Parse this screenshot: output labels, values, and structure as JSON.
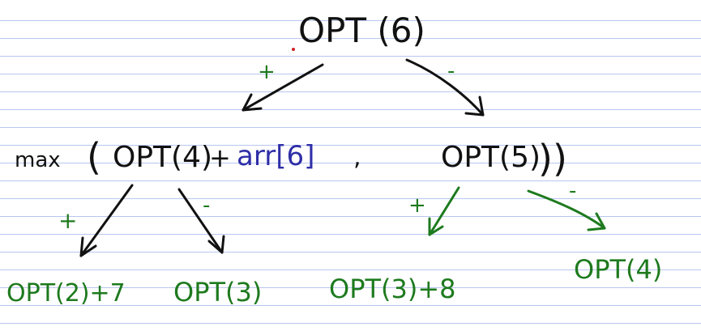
{
  "root": {
    "text": "OPT (6)"
  },
  "root_edges": {
    "left_sign": "+",
    "right_sign": "-"
  },
  "expression": {
    "max_word": "max",
    "open_paren": "(",
    "left_term": "OPT(4)",
    "plus": "+",
    "arr_term": "arr[6]",
    "comma": ",",
    "right_term": "OPT(5)",
    "close_parens": "))"
  },
  "opt4_edges": {
    "left_sign": "+",
    "right_sign": "-"
  },
  "opt5_edges": {
    "left_sign": "+",
    "right_sign": "-"
  },
  "leaves": {
    "opt2_plus_7": "OPT(2)+7",
    "opt3_a": "OPT(3)",
    "opt3_plus_8": "OPT(3)+8",
    "opt4_b": "OPT(4)"
  },
  "colors": {
    "ink_black": "#111111",
    "ink_green": "#1e7a1e",
    "ink_blue": "#2f2fa8",
    "rule_line": "#b9c6ef",
    "red_dot": "#cc2222"
  }
}
